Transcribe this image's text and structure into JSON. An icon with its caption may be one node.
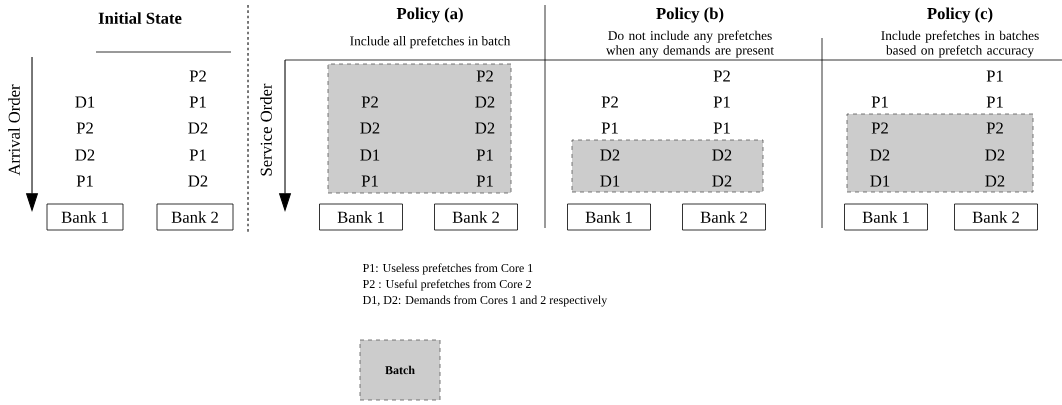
{
  "diagram": {
    "nodes": [
      {
        "text": [
          "Bank 1"
        ]
      },
      {
        "text": [
          "Bank 2"
        ]
      },
      {
        "text": [
          "P2",
          "P2",
          "D2",
          "D2",
          "D2",
          "D1",
          "P1",
          "P1",
          "P1"
        ]
      },
      {
        "text": [
          "Bank 1"
        ]
      },
      {
        "text": [
          "Bank 2"
        ]
      },
      {
        "text": [
          "D2",
          "D2",
          "D1",
          "D2"
        ]
      },
      {
        "text": [
          "Bank 1"
        ]
      },
      {
        "text": [
          "Bank 2"
        ]
      },
      {
        "text": [
          "P2",
          "P2",
          "D2",
          "D2",
          "D1",
          "D2"
        ]
      },
      {
        "text": [
          "Bank 1"
        ]
      },
      {
        "text": [
          "Bank 2"
        ]
      },
      {
        "text": [
          "Batch"
        ]
      }
    ],
    "labels": [
      "Initial State",
      "Policy (a)",
      "Include all prefetches in batch",
      "Policy (b)",
      "Do not include any prefetches when any demands are present",
      "Policy (c)",
      "Include prefetches in batches based on prefetch accuracy",
      "Arrival Order",
      "P2",
      "D1",
      "P1",
      "P2",
      "D2",
      "D2",
      "P1",
      "P1",
      "D2",
      "Service Order",
      "P2",
      "P2",
      "P1",
      "P1",
      "P1",
      "P1",
      "P1",
      "P1",
      "P1: Useless prefetches from Core 1",
      "P2 : Useful prefetches from Core 2",
      "D1, D2: Demands from Cores 1 and 2 respectively"
    ]
  }
}
